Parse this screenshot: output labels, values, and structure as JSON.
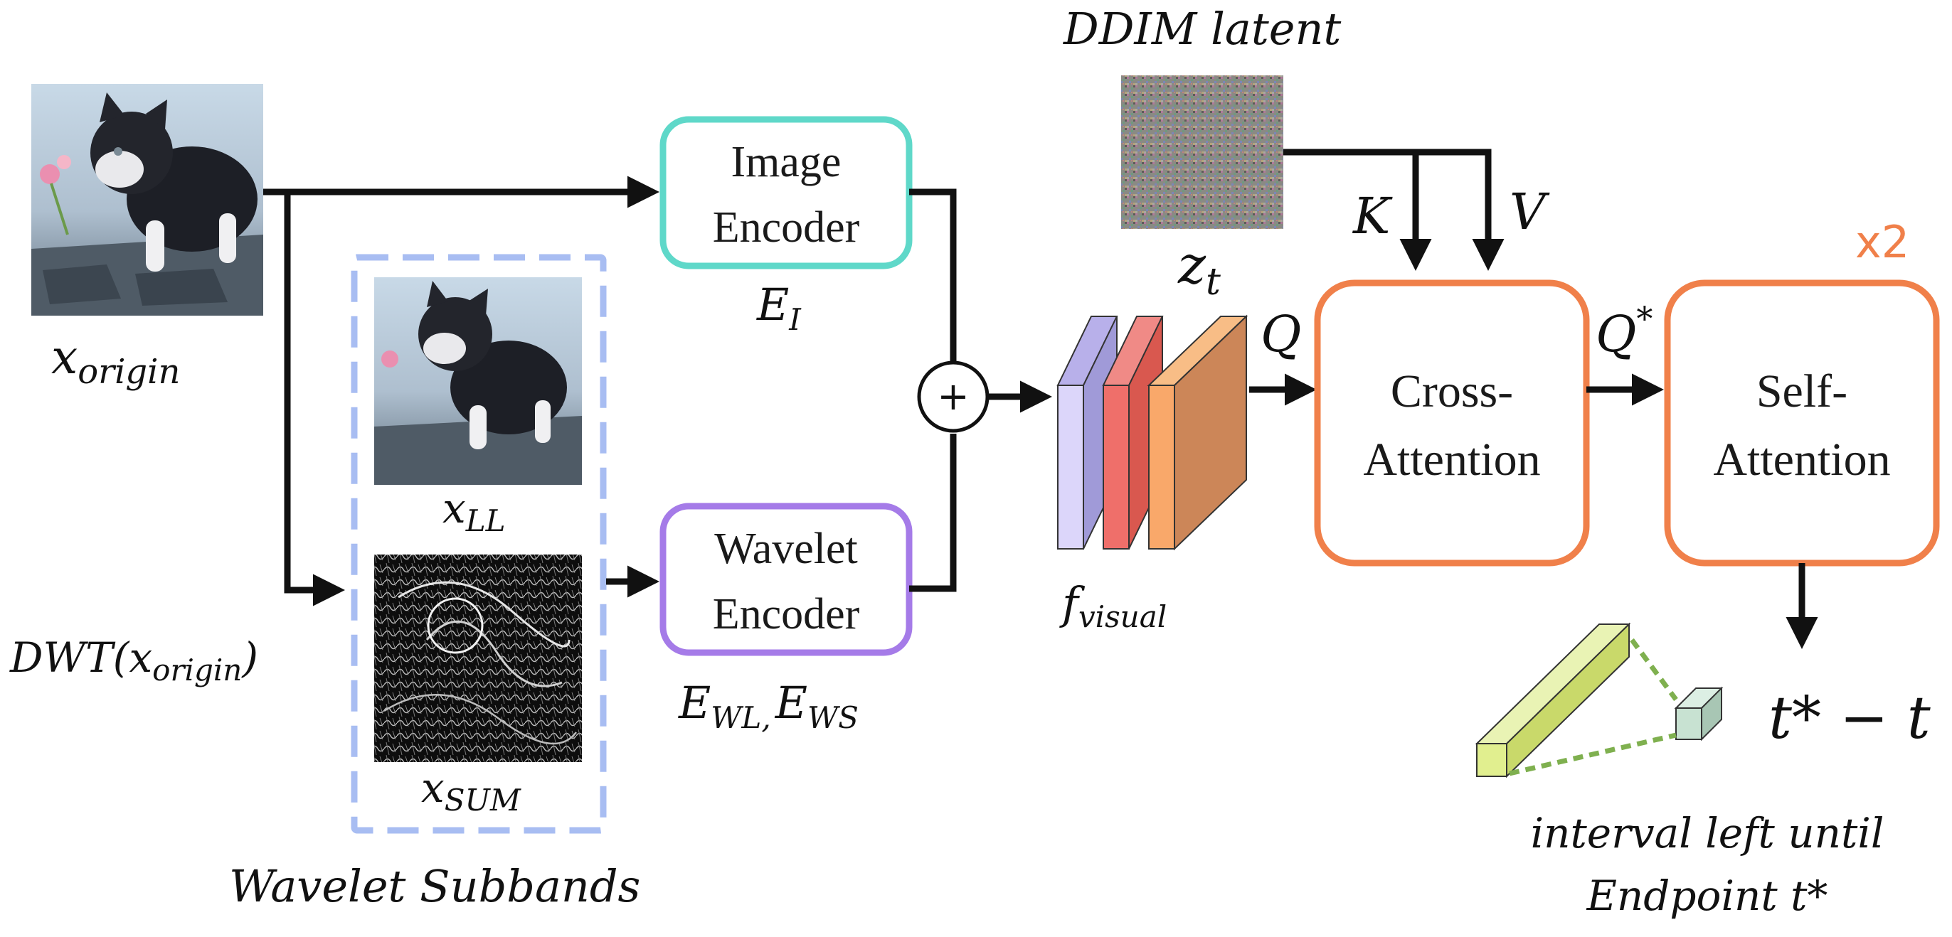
{
  "image_encoder": {
    "line1": "Image",
    "line2": "Encoder",
    "symbol": "E",
    "symbol_sub": "I"
  },
  "wavelet_encoder": {
    "line1": "Wavelet",
    "line2": "Encoder",
    "symbol_a": "E",
    "symbol_a_sub": "WL,",
    "symbol_b": "E",
    "symbol_b_sub": "WS"
  },
  "cross_attention": {
    "line1": "Cross-",
    "line2": "Attention"
  },
  "self_attention": {
    "line1": "Self-",
    "line2": "Attention",
    "repeat": "x2"
  },
  "labels": {
    "x_origin": "x",
    "x_origin_sub": "origin",
    "x_ll": "x",
    "x_ll_sub": "LL",
    "x_sum": "x",
    "x_sum_sub": "SUM",
    "dwt_prefix": "DWT(",
    "dwt_x": "x",
    "dwt_sub": "origin",
    "dwt_suffix": ")",
    "wavelet_subbands": "Wavelet Subbands",
    "ddim_latent": "DDIM latent",
    "z": "z",
    "z_sub": "t",
    "k": "K",
    "v": "V",
    "q": "Q",
    "q_star": "Q",
    "star": "*",
    "f_visual": "f",
    "f_visual_sub": "visual",
    "plus": "+",
    "t_result": "t* − t",
    "interval_line1": "interval left until",
    "interval_line2": "Endpoint t*"
  },
  "colors": {
    "image_encoder": "#5fd8c9",
    "wavelet_encoder": "#a57be8",
    "attention": "#f0804a",
    "subband_dash": "#a8bdf2",
    "interval_dots": "#7fb04f"
  }
}
